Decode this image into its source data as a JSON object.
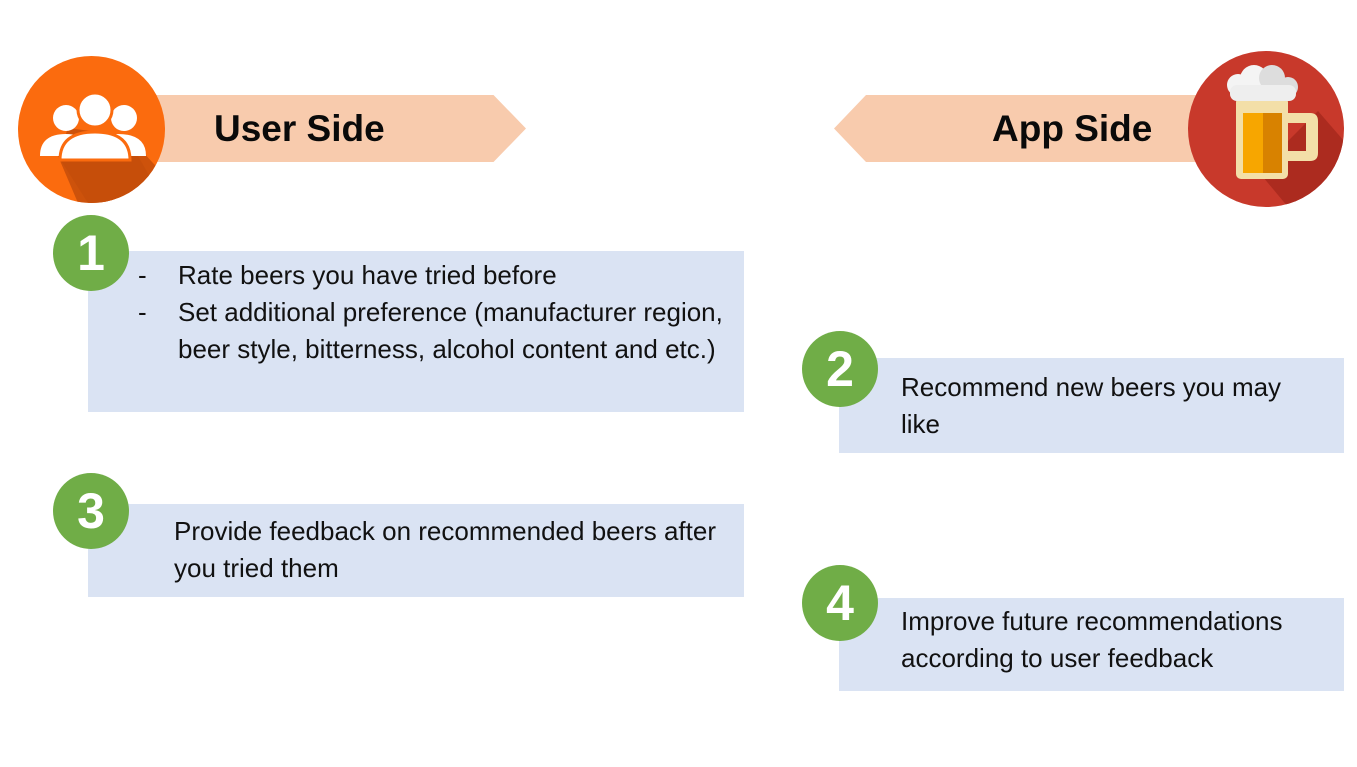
{
  "header": {
    "user_side_label": "User Side",
    "app_side_label": "App Side"
  },
  "icons": {
    "user": "users-group-icon",
    "app": "beer-mug-icon"
  },
  "colors": {
    "banner": "#f8cbad",
    "user_circle": "#fb6b0e",
    "app_circle": "#c8392b",
    "badge": "#70ad47",
    "box": "#dae3f3"
  },
  "steps": [
    {
      "number": "1",
      "bullets": [
        {
          "dash": "-",
          "text": "Rate beers you have tried before"
        },
        {
          "dash": "-",
          "text": "Set additional preference (manufacturer region, beer style, bitterness, alcohol content and etc.)"
        }
      ]
    },
    {
      "number": "2",
      "text": "Recommend new beers you may like"
    },
    {
      "number": "3",
      "text": "Provide feedback on recommended beers after you tried them"
    },
    {
      "number": "4",
      "text": "Improve future recommendations according to user feedback"
    }
  ]
}
